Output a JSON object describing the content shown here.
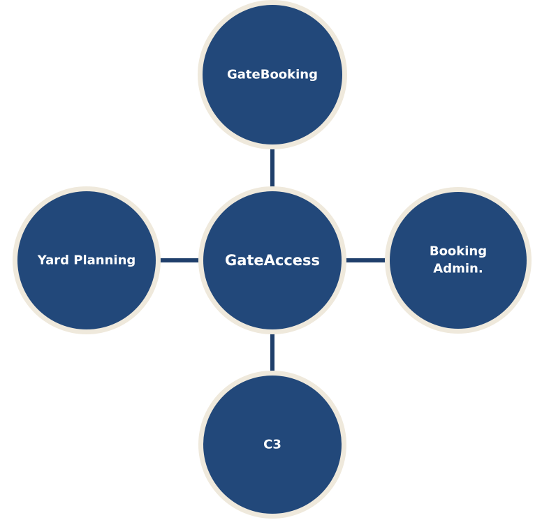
{
  "diagram": {
    "center": {
      "label": "GateAccess"
    },
    "top": {
      "label": "GateBooking"
    },
    "left": {
      "label": "Yard Planning"
    },
    "right": {
      "lines": [
        "Booking",
        "Admin."
      ]
    },
    "bottom": {
      "label": "C3"
    }
  },
  "colors": {
    "node_fill": "#22487a",
    "node_ring": "#efe9dc",
    "connector": "#1f3f6b",
    "label_text": "#ffffff"
  }
}
